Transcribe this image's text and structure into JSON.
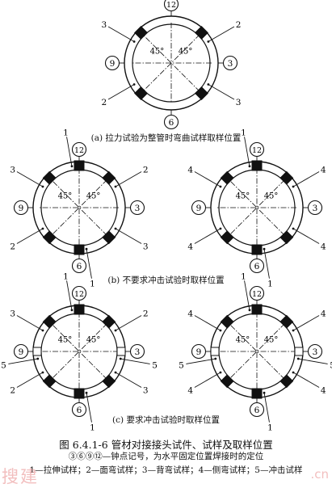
{
  "captions": {
    "a": "(a) 拉力试验为整管时弯曲试样取样位置",
    "b": "(b) 不要求冲击试验时取样位置",
    "c": "(c) 要求冲击试验时取样位置"
  },
  "figure": {
    "title": "图 6.4.1-6   管材对接接头试件、试样及取样位置",
    "note": "③⑥⑨⑫—钟点记号，为水平固定位置焊接时的定位",
    "legend": "1—拉伸试样；2—面弯试样；3—背弯试样；4—侧弯试样；5—冲击试样"
  },
  "angle_label": "45°",
  "clock_labels": [
    "12",
    "3",
    "6",
    "9"
  ],
  "diagrams": [
    {
      "id": "a",
      "callouts": [
        {
          "label": "3",
          "angle": 300
        },
        {
          "label": "2",
          "angle": 60
        },
        {
          "label": "2",
          "angle": 240
        },
        {
          "label": "3",
          "angle": 120
        }
      ]
    },
    {
      "id": "b-left",
      "callouts": [
        {
          "label": "1",
          "angle": 350
        },
        {
          "label": "3",
          "angle": 300
        },
        {
          "label": "2",
          "angle": 60
        },
        {
          "label": "2",
          "angle": 240
        },
        {
          "label": "3",
          "angle": 120
        },
        {
          "label": "1",
          "angle": 170
        }
      ]
    },
    {
      "id": "b-right",
      "callouts": [
        {
          "label": "1",
          "angle": 350
        },
        {
          "label": "4",
          "angle": 300
        },
        {
          "label": "4",
          "angle": 60
        },
        {
          "label": "4",
          "angle": 240
        },
        {
          "label": "4",
          "angle": 120
        },
        {
          "label": "1",
          "angle": 170
        }
      ]
    },
    {
      "id": "c-left",
      "callouts": [
        {
          "label": "1",
          "angle": 350
        },
        {
          "label": "3",
          "angle": 300
        },
        {
          "label": "2",
          "angle": 60
        },
        {
          "label": "5",
          "angle": 100
        },
        {
          "label": "5",
          "angle": 260
        },
        {
          "label": "2",
          "angle": 240
        },
        {
          "label": "3",
          "angle": 120
        },
        {
          "label": "1",
          "angle": 170
        }
      ]
    },
    {
      "id": "c-right",
      "callouts": [
        {
          "label": "1",
          "angle": 350
        },
        {
          "label": "4",
          "angle": 300
        },
        {
          "label": "4",
          "angle": 60
        },
        {
          "label": "5",
          "angle": 100
        },
        {
          "label": "5",
          "angle": 260
        },
        {
          "label": "4",
          "angle": 240
        },
        {
          "label": "4",
          "angle": 120
        },
        {
          "label": "1",
          "angle": 170
        }
      ]
    }
  ],
  "watermark": {
    "left": "搜建",
    "right": ".cn"
  }
}
